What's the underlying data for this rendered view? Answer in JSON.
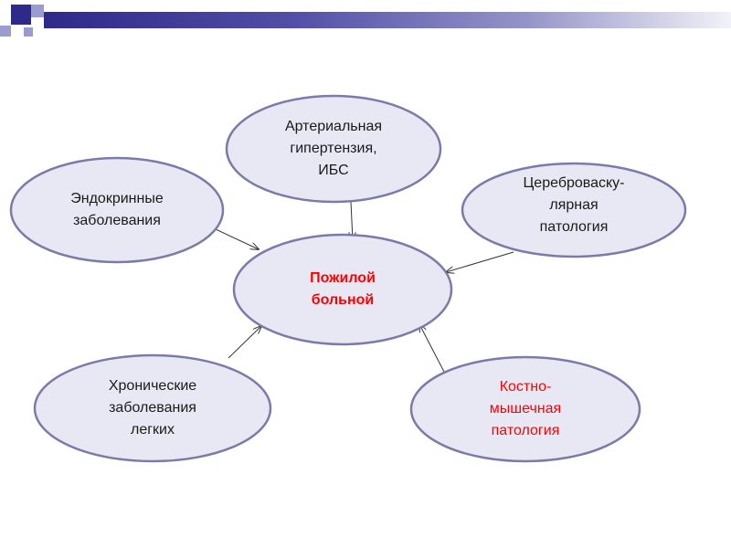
{
  "colors": {
    "ellipse_fill": "#e8e8f5",
    "ellipse_stroke": "#7b7aa8",
    "arrow": "#333333",
    "accent_red": "#ff0000",
    "deco_dark": "#2e2a8a",
    "deco_light": "#9c9bd0"
  },
  "nodes": {
    "center": "Пожилой\nбольной",
    "hypertension": "Артериальная\nгипертензия,\nИБС",
    "endocrine": "Эндокринные\nзаболевания",
    "cerebrovascular": "Цереброваску-\nлярная\nпатология",
    "lungs": "Хронические\nзаболевания\nлегких",
    "musculoskeletal": "Костно-\nмышечная\nпатология"
  }
}
